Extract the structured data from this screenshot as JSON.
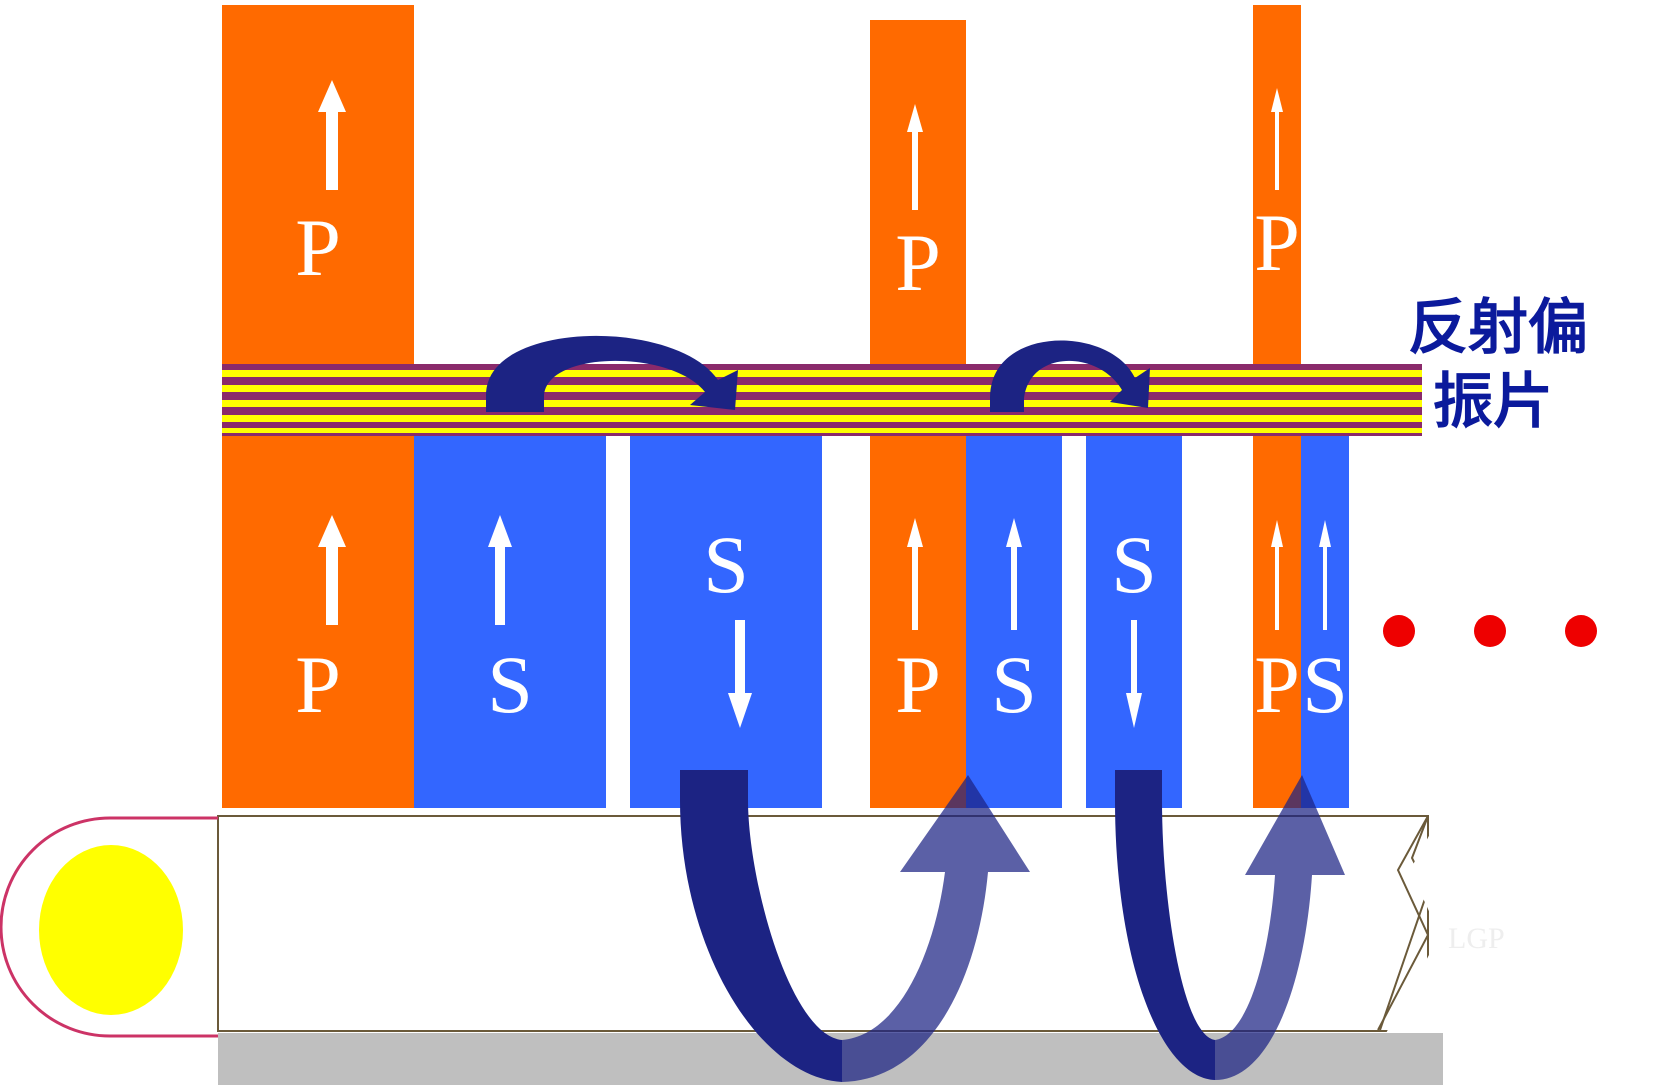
{
  "labels": {
    "p": "P",
    "s": "S",
    "polarizer_line1": "反射偏",
    "polarizer_line2": "振片",
    "lgp": "LGP"
  },
  "colors": {
    "p_light": "#ff6a00",
    "s_light": "#3366ff",
    "film_purple": "#8a2a6b",
    "film_yellow": "#ffff00",
    "arc_arrow": "#1c2383",
    "lamp": "#ffff00",
    "reflector": "#bfbfbf",
    "ellipsis_dot": "#ee0000",
    "polarizer_label": "#0b1a9c"
  },
  "icons": {
    "polarization_arrow": "arrow-icon",
    "recycle_arrow": "curved-arrow-icon",
    "light_source": "lamp-icon",
    "continuation": "ellipsis-dots-icon"
  }
}
